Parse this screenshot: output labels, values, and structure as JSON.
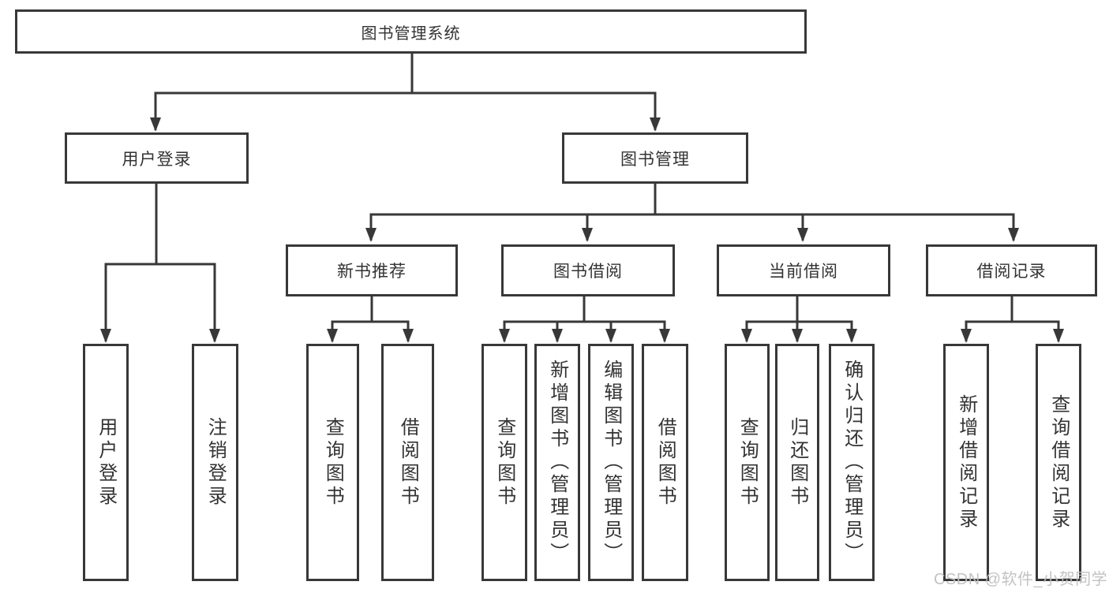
{
  "tree": {
    "label": "图书管理系统",
    "children": [
      {
        "label": "用户登录",
        "children": [
          {
            "label": "用户登录"
          },
          {
            "label": "注销登录"
          }
        ]
      },
      {
        "label": "图书管理",
        "children": [
          {
            "label": "新书推荐",
            "children": [
              {
                "label": "查询图书"
              },
              {
                "label": "借阅图书"
              }
            ]
          },
          {
            "label": "图书借阅",
            "children": [
              {
                "label": "查询图书"
              },
              {
                "label": "新增图书（管理员）"
              },
              {
                "label": "编辑图书（管理员）"
              },
              {
                "label": "借阅图书"
              }
            ]
          },
          {
            "label": "当前借阅",
            "children": [
              {
                "label": "查询图书"
              },
              {
                "label": "归还图书"
              },
              {
                "label": "确认归还（管理员）"
              }
            ]
          },
          {
            "label": "借阅记录",
            "children": [
              {
                "label": "新增借阅记录"
              },
              {
                "label": "查询借阅记录"
              }
            ]
          }
        ]
      }
    ]
  },
  "watermark": "CSDN @软件_小贺同学",
  "colors": {
    "line": "#383838",
    "text": "#333333",
    "watermark": "#c2c2c2",
    "background": "#ffffff"
  }
}
